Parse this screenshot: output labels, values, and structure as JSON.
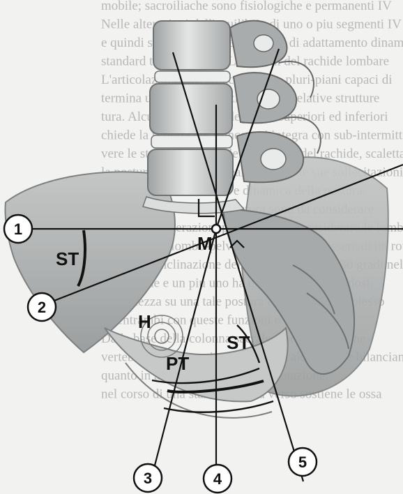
{
  "background_text": [
    "mobile; sacroiliache sono fisiologiche e permanenti IV",
    "Nelle alterazioni dell'equilibrio di uno o piu segmenti IV",
    "e quindi sollecitata per le difficolta di adattamento dinamico",
    "standard tra i segmenti. Le lesioni del rachide lombare",
    "L'articolazione sacroiliaca assume pluri-piani capaci di",
    "termina un recupero funzionale e le relative strutture",
    "tura. Alcuni movimenti degli arti superiori ed inferiori",
    "chiede la rigidita del tronco e si integra con sub-intermittenti",
    "vere le strutture ossee e le parti molli del rachide, scaletta",
    "la postura vertebrale si realizza e per le sue sollecitazioni",
    "rtura sacrale altra statica e dinamica della postura.",
    "Nella valutazione della postura sono da considerare",
    "Queste considerazioni permettono di considerare le lombari",
    "ll complesso lombo-pelvico femorale puo essere di un rotore",
    "che fissa l'inclinazione dell'angolo sacrale di 30 gradi nel",
    "lordosi che e un piu uno ha un terzo di essa lordosi.",
    "L'ampiezza su una tale postura e pelvica il complesso",
    "ha entrambi con queste funzioni e i raggi.",
    "Dalla base della colonna sacrale e per la rotazione",
    "vertebrali sacro-sperimentali sulle calcagne che bilanciano",
    "quanto in alcuni casi ha queste e rotazione.",
    "nel corso di una stazione eretta verso sostiene le ossa"
  ],
  "labels": {
    "st_left": "ST",
    "st_right": "ST",
    "m": "M",
    "h": "H",
    "pt": "PT"
  },
  "markers": [
    "1",
    "2",
    "3",
    "4",
    "5"
  ],
  "colors": {
    "bone": "#c9cbcb",
    "bone_shadow": "#8d9090",
    "line": "#111111",
    "pelvis": "#b3b6b6"
  }
}
